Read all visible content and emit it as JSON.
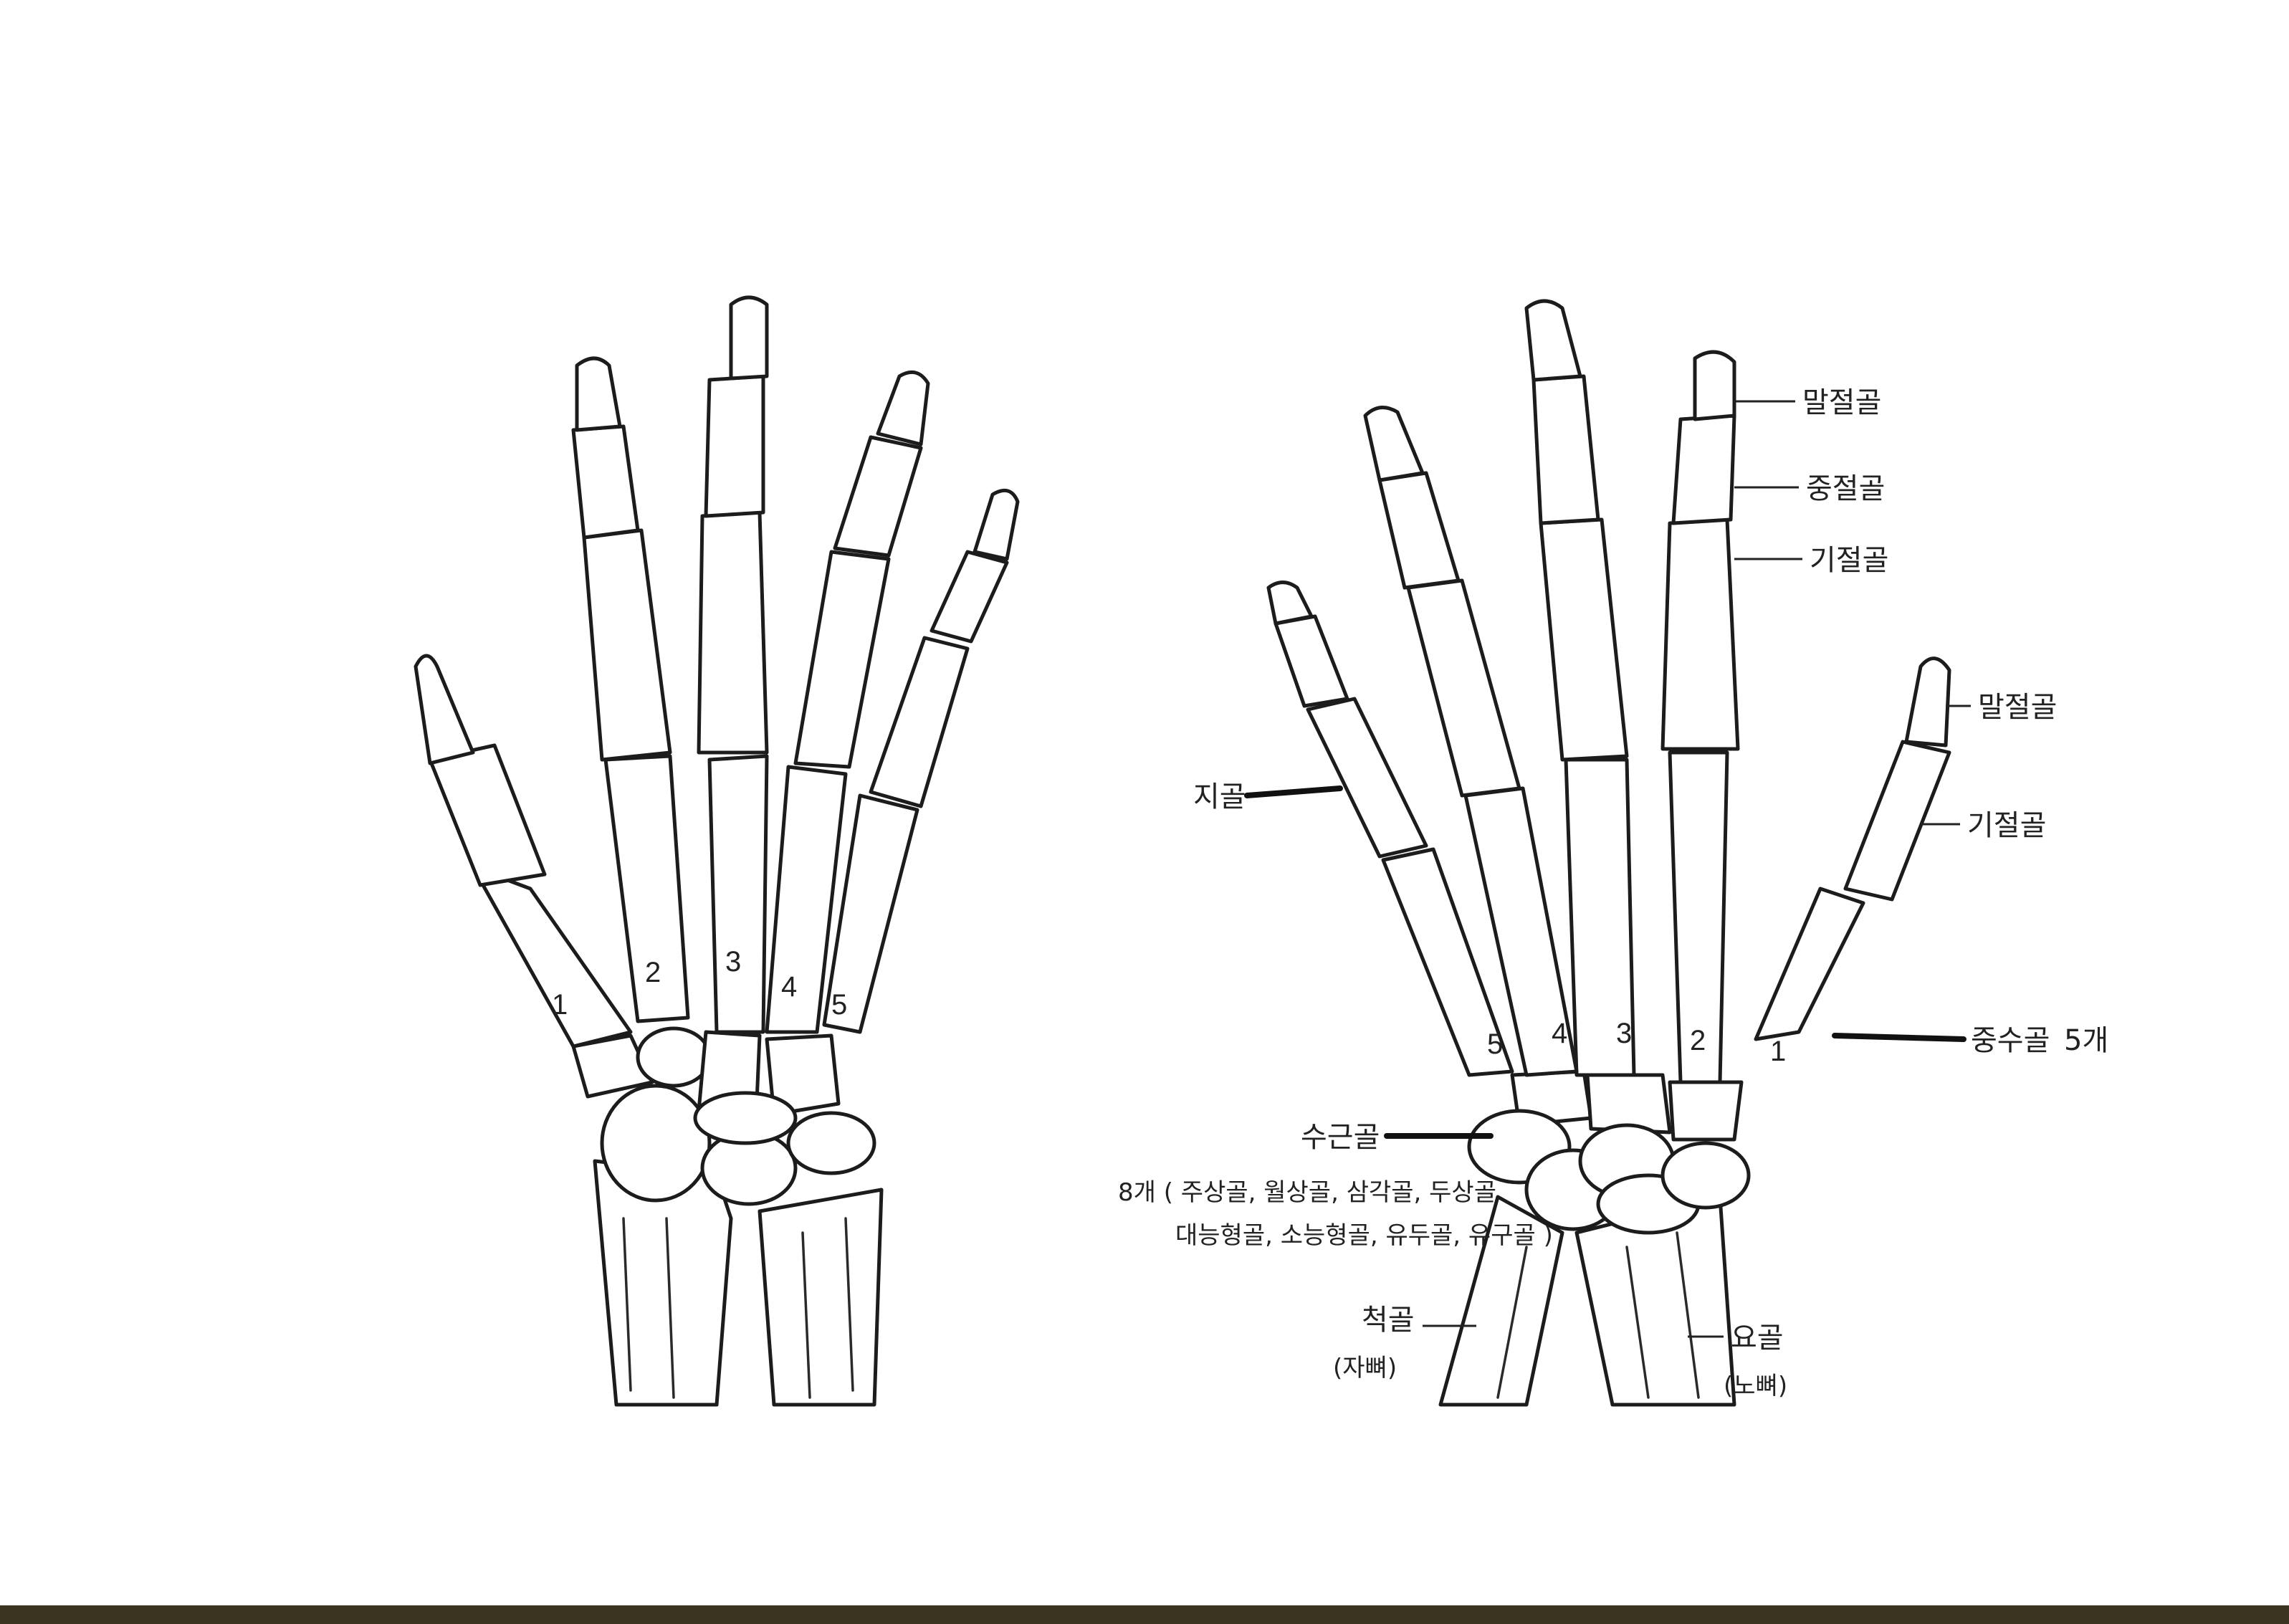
{
  "left_hand": {
    "metacarpal_numbers": [
      "1",
      "2",
      "3",
      "4",
      "5"
    ]
  },
  "right_hand": {
    "metacarpal_numbers": [
      "5",
      "4",
      "3",
      "2",
      "1"
    ],
    "labels": {
      "distal_phalanx_finger": "말절골",
      "middle_phalanx": "중절골",
      "proximal_phalanx_finger": "기절골",
      "distal_phalanx_thumb": "말절골",
      "proximal_phalanx_thumb": "기절골",
      "phalanges": "지골",
      "metacarpals": "중수골",
      "metacarpals_count": "5개",
      "carpals": "수근골",
      "carpals_detail_line1": "8개 ( 주상골, 월상골, 삼각골, 두상골",
      "carpals_detail_line2": "대능형골, 소능형골, 유두골, 유구골 )",
      "ulna": "척골",
      "ulna_alt": "(자뼈)",
      "radius": "요골",
      "radius_alt": "(노뼈)"
    }
  }
}
